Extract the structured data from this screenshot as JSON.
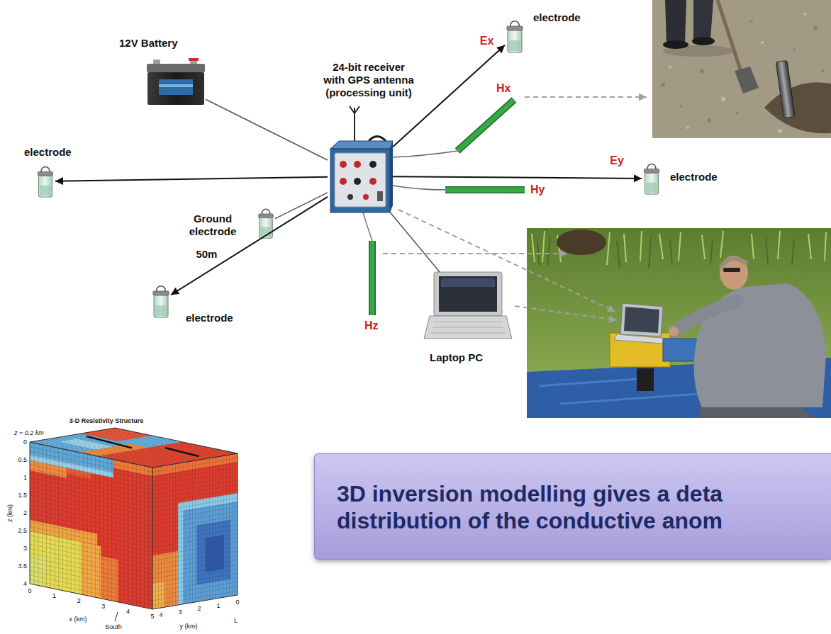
{
  "diagram": {
    "nodes": [
      {
        "text": [
          "12V Battery"
        ]
      },
      {
        "text": [
          "24-bit receiver with GPS antenna (processing unit)"
        ]
      },
      {
        "text": [
          "electrode"
        ]
      },
      {
        "text": [
          "electrode"
        ]
      },
      {
        "text": [
          "electrode"
        ]
      },
      {
        "text": [
          "Ground electrode"
        ]
      },
      {
        "text": [
          "electrode"
        ]
      },
      {
        "text": [
          "Laptop PC"
        ]
      },
      {
        "text": [
          "3D inversion modelling gives a deta distribution of the conductive anom"
        ]
      }
    ],
    "edges": [
      {
        "from": 0,
        "to": 1,
        "arrow": "none"
      },
      {
        "from": 1,
        "to": 2,
        "arrow": "to",
        "label": "Ex"
      },
      {
        "from": 1,
        "to": 3,
        "arrow": "to"
      },
      {
        "from": 1,
        "to": 4,
        "arrow": "to",
        "label": "Ey"
      },
      {
        "from": 1,
        "to": 5,
        "arrow": "none"
      },
      {
        "from": 1,
        "to": 6,
        "arrow": "to",
        "label": "50m"
      },
      {
        "from": 1,
        "to": 7,
        "arrow": "none"
      }
    ],
    "labels": [
      "Hx",
      "Hy",
      "Hz",
      "3-D Resistivity Structure",
      "z = 0.2 km",
      "0",
      "0.5",
      "1",
      "1.5",
      "2",
      "2.5",
      "3",
      "3.5",
      "4",
      "z (km)",
      "0",
      "1",
      "2",
      "3",
      "4",
      "5",
      "x (km)",
      "4",
      "3",
      "2",
      "1",
      "0",
      "y (km)",
      "South",
      "L"
    ]
  }
}
